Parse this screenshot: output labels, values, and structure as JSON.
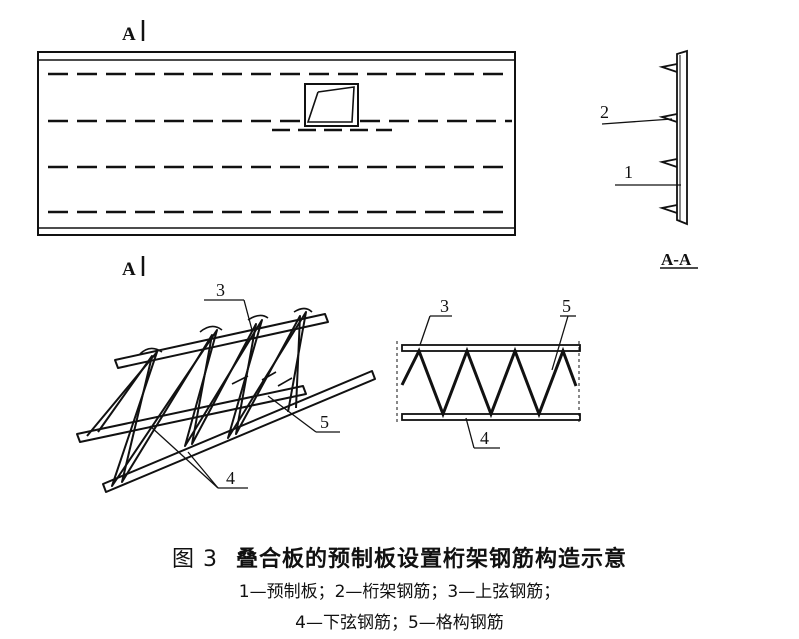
{
  "labels": {
    "section_mark_top": "A",
    "section_mark_bottom": "A",
    "section_title": "A-A",
    "n1": "1",
    "n2": "2",
    "n3_iso": "3",
    "n4_iso": "4",
    "n5_iso": "5",
    "n3_elev": "3",
    "n4_elev": "4",
    "n5_elev": "5"
  },
  "caption": {
    "figure_number": "图 3",
    "title": "叠合板的预制板设置桁架钢筋构造示意",
    "line1": "1—预制板；2—桁架钢筋；3—上弦钢筋；",
    "line2": "4—下弦钢筋；5—格构钢筋"
  }
}
